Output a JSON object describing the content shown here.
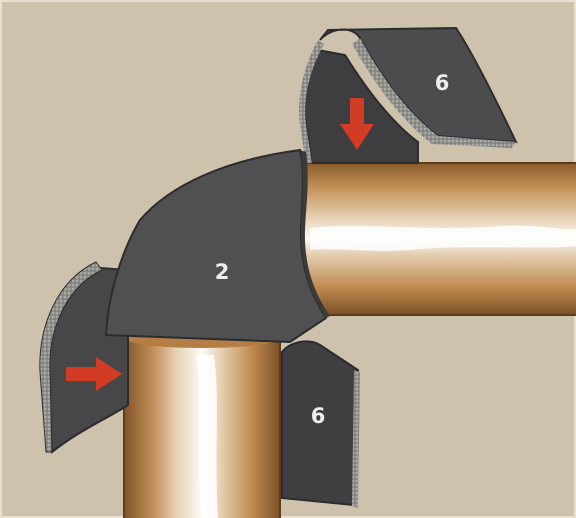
{
  "colors": {
    "background": "#cfc2ad",
    "insulation": "#4a4a4c",
    "insulation_edge": "#2c2c2e",
    "foam_edge": "#9a9a96",
    "pipe_base": "#c4925a",
    "pipe_dark": "#7a5025",
    "pipe_highlight": "#f8f5ee",
    "arrow": "#d23b24"
  },
  "labels": {
    "elbow_piece": "2",
    "top_sleeve": "6",
    "lower_sleeve": "6"
  },
  "icons": [
    "arrow-down-icon",
    "arrow-right-icon"
  ]
}
